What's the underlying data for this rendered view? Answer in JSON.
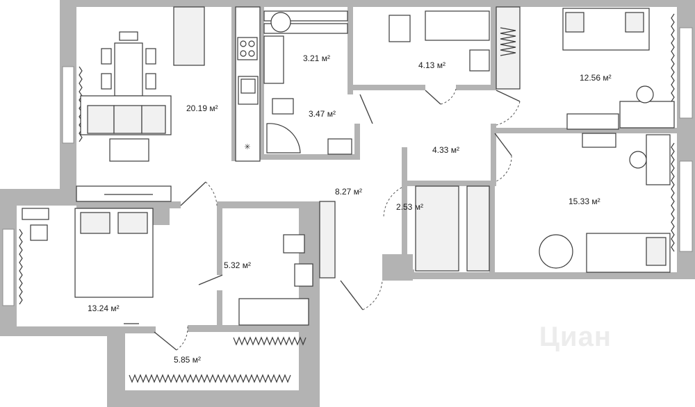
{
  "rooms": [
    {
      "id": "living",
      "area": "20.19 м²"
    },
    {
      "id": "sauna",
      "area": "3.21 м²"
    },
    {
      "id": "shower",
      "area": "3.47 м²"
    },
    {
      "id": "bath-top",
      "area": "4.13 м²"
    },
    {
      "id": "bedroom-top-right",
      "area": "12.56 м²"
    },
    {
      "id": "hall-small",
      "area": "4.33 м²"
    },
    {
      "id": "corridor",
      "area": "8.27 м²"
    },
    {
      "id": "closet",
      "area": "2.53 м²"
    },
    {
      "id": "bedroom-right",
      "area": "15.33 м²"
    },
    {
      "id": "bathroom-middle",
      "area": "5.32 м²"
    },
    {
      "id": "bedroom-left",
      "area": "13.24 м²"
    },
    {
      "id": "wardrobe-bottom",
      "area": "5.85 м²"
    }
  ],
  "watermark": {
    "text": "Циан"
  },
  "colors": {
    "wall": "#b3b3b3",
    "furniture_stroke": "#3a3a3a",
    "background": "#ffffff"
  }
}
